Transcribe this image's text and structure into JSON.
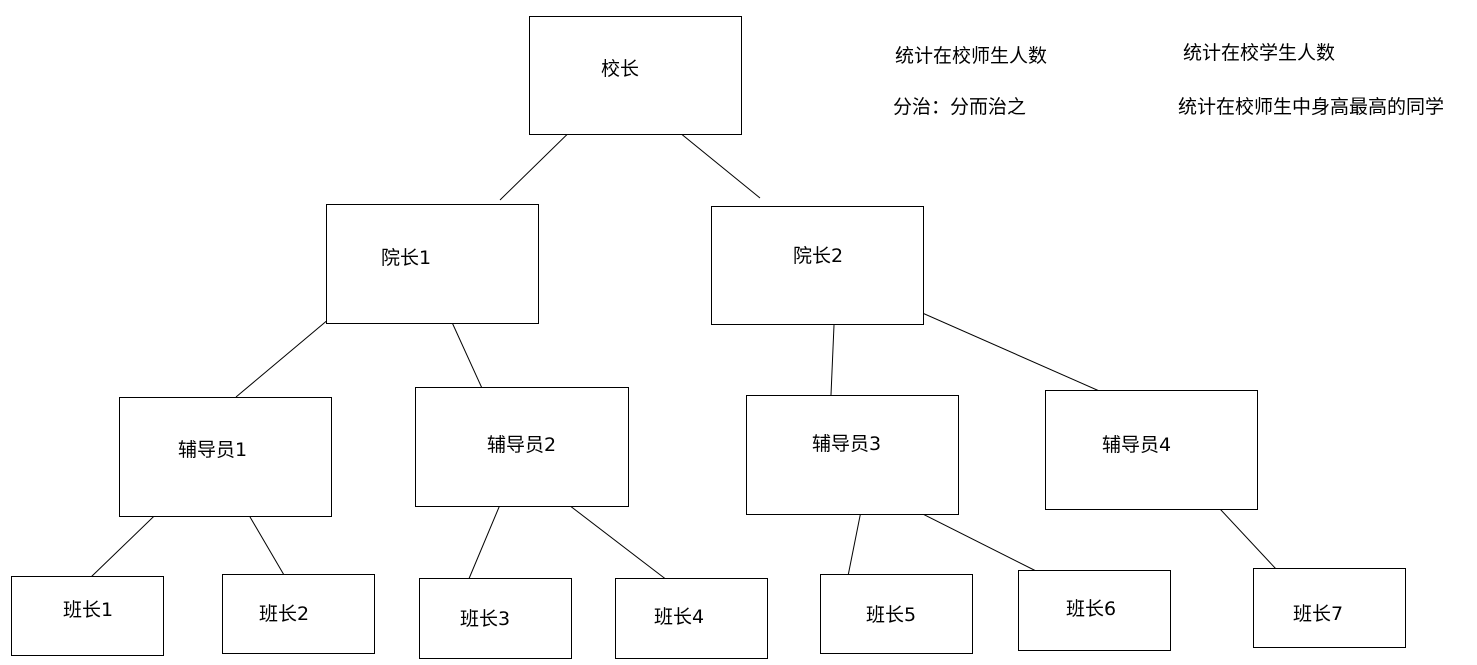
{
  "diagram": {
    "nodes": {
      "principal": "校长",
      "dean1": "院长1",
      "dean2": "院长2",
      "counselor1": "辅导员1",
      "counselor2": "辅导员2",
      "counselor3": "辅导员3",
      "counselor4": "辅导员4",
      "monitor1": "班长1",
      "monitor2": "班长2",
      "monitor3": "班长3",
      "monitor4": "班长4",
      "monitor5": "班长5",
      "monitor6": "班长6",
      "monitor7": "班长7"
    },
    "edges": [
      [
        "principal",
        "dean1"
      ],
      [
        "principal",
        "dean2"
      ],
      [
        "dean1",
        "counselor1"
      ],
      [
        "dean1",
        "counselor2"
      ],
      [
        "dean2",
        "counselor3"
      ],
      [
        "dean2",
        "counselor4"
      ],
      [
        "counselor1",
        "monitor1"
      ],
      [
        "counselor1",
        "monitor2"
      ],
      [
        "counselor2",
        "monitor3"
      ],
      [
        "counselor2",
        "monitor4"
      ],
      [
        "counselor3",
        "monitor5"
      ],
      [
        "counselor3",
        "monitor6"
      ],
      [
        "counselor4",
        "monitor7"
      ]
    ]
  },
  "notes": {
    "count_teachers_students": "统计在校师生人数",
    "count_students": "统计在校学生人数",
    "divide_conquer": "分治：分而治之",
    "tallest": "统计在校师生中身高最高的同学"
  },
  "colors": {
    "line": "#000000",
    "box_border": "#000000",
    "background": "#ffffff"
  }
}
